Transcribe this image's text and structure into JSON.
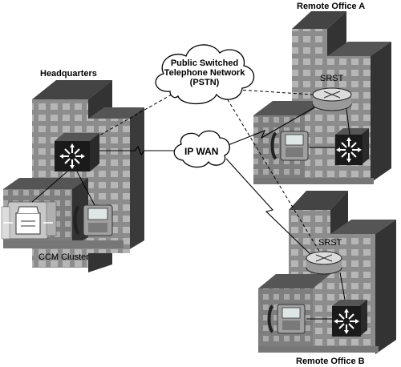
{
  "diagram": {
    "sites": {
      "headquarters": "Headquarters",
      "remote_a": "Remote Office A",
      "remote_b": "Remote Office B"
    },
    "clouds": {
      "pstn_lines": [
        "Public Switched",
        "Telephone Network",
        "(PSTN)"
      ],
      "ip_wan": "IP WAN"
    },
    "devices": {
      "ccm_cluster": "CCM Cluster",
      "srst_a": "SRST",
      "srst_b": "SRST"
    },
    "links": [
      {
        "from": "headquarters",
        "to": "ip_wan",
        "style": "solid"
      },
      {
        "from": "ip_wan",
        "to": "remote_a",
        "style": "solid"
      },
      {
        "from": "ip_wan",
        "to": "remote_b",
        "style": "solid"
      },
      {
        "from": "headquarters",
        "to": "pstn",
        "style": "dashed"
      },
      {
        "from": "pstn",
        "to": "remote_a",
        "style": "dashed"
      },
      {
        "from": "pstn",
        "to": "remote_b",
        "style": "dashed"
      }
    ],
    "colors": {
      "building_front": "#8c8c8c",
      "building_side": "#3a3a3a",
      "building_top": "#444444",
      "window": "#b6b6b6",
      "switch": "#1a1a1a",
      "router": "#d0d0d0",
      "cloud_fill": "#ffffff",
      "line": "#000000"
    }
  }
}
